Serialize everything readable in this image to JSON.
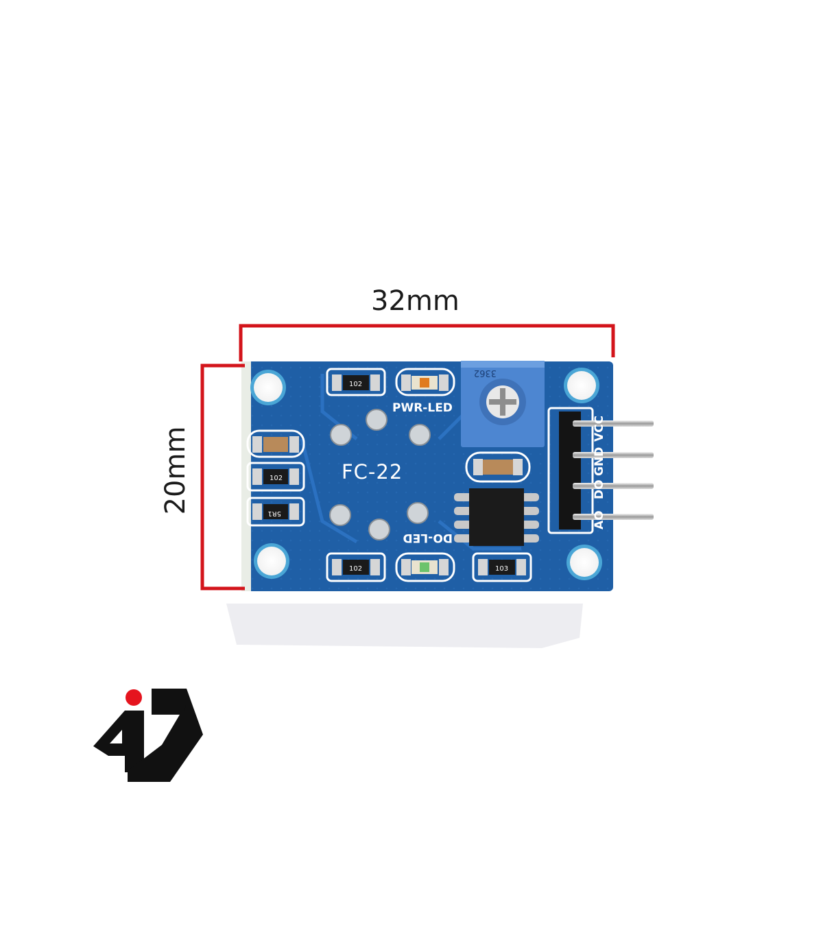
{
  "dimensions": {
    "width_label": "32mm",
    "height_label": "20mm"
  },
  "board": {
    "model_label": "FC-22",
    "pwr_led_label": "PWR-LED",
    "do_led_label": "DO-LED",
    "pot_marking": "3362",
    "resistors": {
      "top_left": "102",
      "left_middle": "102",
      "left_lower": "5R1",
      "bottom_left": "102",
      "bottom_right": "103"
    },
    "pin_labels": [
      "VCC",
      "GND",
      "DO",
      "AO"
    ]
  },
  "colors": {
    "pcb_blue": "#1f5fa6",
    "dimension_line": "#d3141b",
    "potentiometer": "#4d86d1",
    "logo_black": "#111111",
    "logo_red": "#e5141e"
  },
  "logo": {
    "icon": "brand-logo-icon"
  }
}
